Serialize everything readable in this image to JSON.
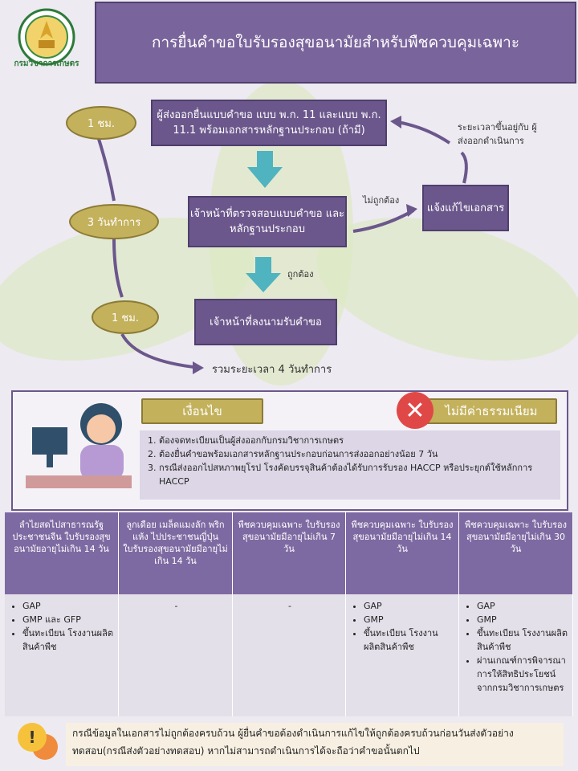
{
  "header": {
    "logo_text": "กรมวิชาการเกษตร",
    "title": "การยื่นคำขอใบรับรองสุขอนามัยสำหรับพืชควบคุมเฉพาะ"
  },
  "flow": {
    "step1": "ผู้ส่งออกยื่นแบบคำขอ แบบ พ.ก. 11 และแบบ พ.ก. 11.1 พร้อมเอกสารหลักฐานประกอบ (ถ้ามี)",
    "step2": "เจ้าหน้าที่ตรวจสอบแบบคำขอ และหลักฐานประกอบ",
    "step3": "เจ้าหน้าที่ลงนามรับคำขอ",
    "fix_docs": "แจ้งแก้ไขเอกสาร",
    "time1": "1 ชม.",
    "time2": "3 วันทำการ",
    "time3": "1 ชม.",
    "incorrect": "ไม่ถูกต้อง",
    "correct": "ถูกต้อง",
    "depends": "ระยะเวลาขึ้นอยู่กับ ผู้ส่งออกดำเนินการ",
    "total": "รวมระยะเวลา 4 วันทำการ"
  },
  "conditions": {
    "title": "เงื่อนไข",
    "no_fee": "ไม่มีค่าธรรมเนียม",
    "items": [
      "ต้องจดทะเบียนเป็นผู้ส่งออกกับกรมวิชาการเกษตร",
      "ต้องยื่นคำขอพร้อมเอกสารหลักฐานประกอบก่อนการส่งออกอย่างน้อย  7 วัน",
      "กรณีส่งออกไปสหภาพยุโรป โรงคัดบรรจุสินค้าต้องได้รับการรับรอง HACCP หรือประยุกต์ใช้หลักการ HACCP"
    ]
  },
  "table": {
    "headers": [
      "ลำไยสดไปสาธารณรัฐประชาชนจีน ใบรับรองสุขอนามัยอายุไม่เกิน 14 วัน",
      "ลูกเดือย เมล็ดแมงลัก พริกแห้ง ไปประชาชนญี่ปุ่น ใบรับรองสุขอนามัยมีอายุไม่เกิน 14 วัน",
      "พืชควบคุมเฉพาะ ใบรับรองสุขอนามัยมีอายุไม่เกิน 7 วัน",
      "พืชควบคุมเฉพาะ ใบรับรองสุขอนามัยมีอายุไม่เกิน 14 วัน",
      "พืชควบคุมเฉพาะ ใบรับรองสุขอนามัยมีอายุไม่เกิน 30 วัน"
    ],
    "col1": [
      "GAP",
      "GMP และ GFP",
      "ขึ้นทะเบียน โรงงานผลิตสินค้าพืช"
    ],
    "col2": "-",
    "col3": "-",
    "col4": [
      "GAP",
      "GMP",
      "ขึ้นทะเบียน โรงงานผลิตสินค้าพืช"
    ],
    "col5": [
      "GAP",
      "GMP",
      "ขึ้นทะเบียน โรงงานผลิตสินค้าพืช",
      "ผ่านเกณฑ์การพิจารณาการให้สิทธิประโยชน์จากกรมวิชาการเกษตร"
    ]
  },
  "note": "กรณีข้อมูลในเอกสารไม่ถูกต้องครบถ้วน ผู้ยื่นคำขอต้องดำเนินการแก้ไขให้ถูกต้องครบถ้วนก่อนวันส่งตัวอย่างทดสอบ(กรณีส่งตัวอย่างทดสอบ) หากไม่สามารถดำเนินการได้จะถือว่าคำขอนั้นตกไป",
  "colors": {
    "purple": "#6b578c",
    "olive": "#c3b15c",
    "teal": "#4fb3c0",
    "red": "#e04848"
  }
}
